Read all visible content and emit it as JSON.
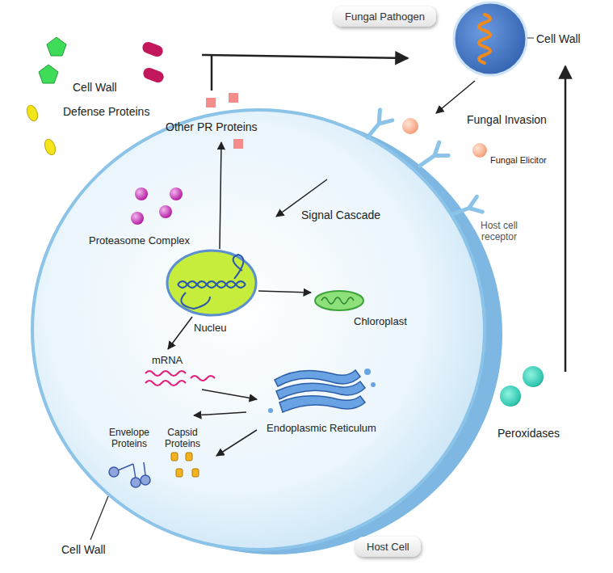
{
  "diagram": {
    "nodes": [
      {
        "text": [
          "Fungal Pathogen"
        ]
      },
      {
        "text": [
          "Host Cell"
        ]
      }
    ],
    "labels": [
      "Cell Wall",
      "Defense Proteins",
      "Other PR Proteins",
      "Cell Wall",
      "Fungal Invasion",
      "Fungal Elicitor",
      "Signal Cascade",
      "Host cell receptor",
      "Proteasome Complex",
      "Nucleu",
      "Chloroplast",
      "mRNA",
      "Peroxidases",
      "Endoplasmic Reticulum",
      "Envelope Proteins",
      "Capsid Proteins",
      "Cell Wall"
    ]
  }
}
